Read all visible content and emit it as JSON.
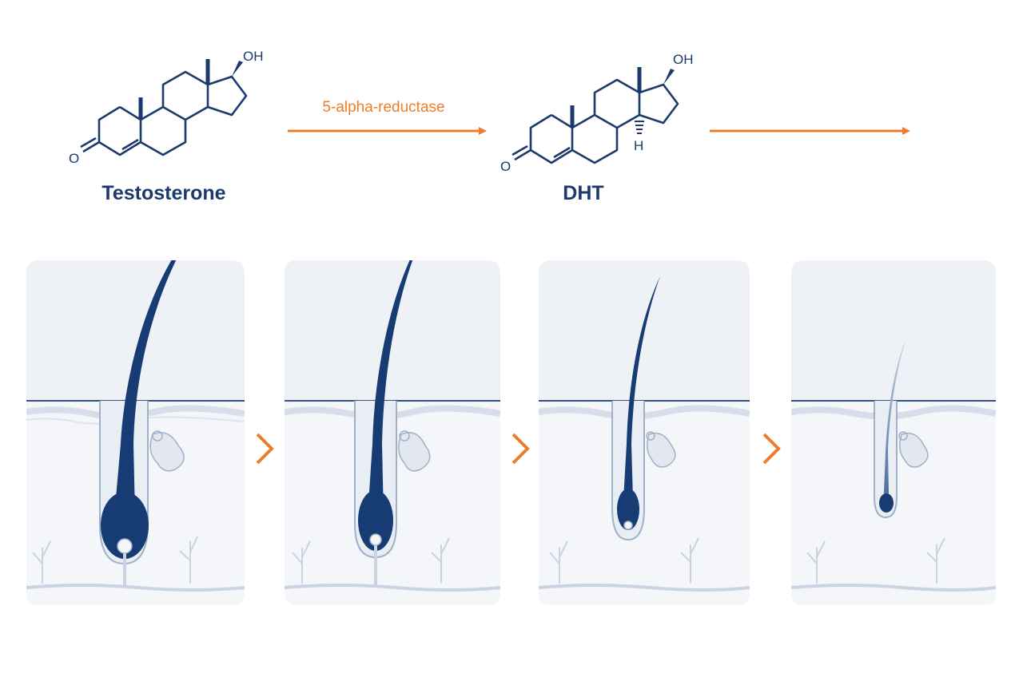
{
  "molecules": {
    "testosterone": {
      "label": "Testosterone",
      "atoms": {
        "oh": "OH",
        "o": "O"
      }
    },
    "dht": {
      "label": "DHT",
      "atoms": {
        "oh": "OH",
        "o": "O",
        "h": "H"
      }
    }
  },
  "enzyme": {
    "label": "5-alpha-reductase"
  },
  "hair_stages": [
    {
      "stage": 1,
      "hair": "thick"
    },
    {
      "stage": 2,
      "hair": "thinning"
    },
    {
      "stage": 3,
      "hair": "thin"
    },
    {
      "stage": 4,
      "hair": "vellus"
    }
  ],
  "colors": {
    "navy": "#173c73",
    "orange": "#ee7d2b",
    "panel_bg": "#f2f4f8",
    "tissue": "#c9d3e2"
  }
}
